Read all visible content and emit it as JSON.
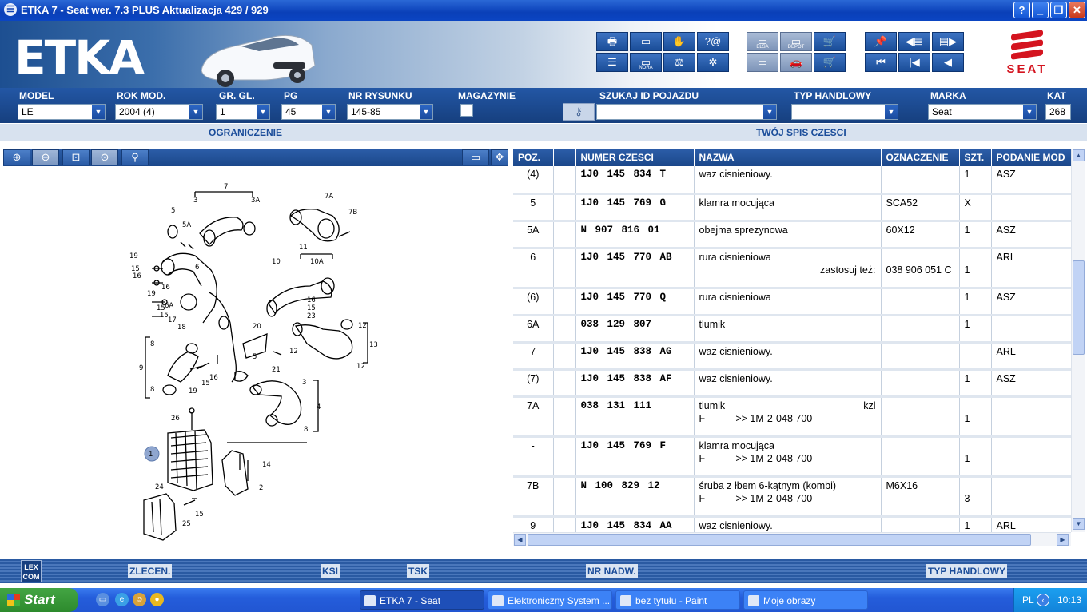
{
  "window": {
    "title": "ETKA 7 - Seat wer. 7.3 PLUS Aktualizacja 429 / 929",
    "controls": [
      "?",
      "_",
      "❐",
      "✕"
    ]
  },
  "brand": {
    "logo_text": "ETKA",
    "seat_logo_text": "SEAT",
    "accent": "#d4141f"
  },
  "toolbar_icons": [
    "print-icon",
    "monitor-icon",
    "handshake-icon",
    "at-sign-icon",
    "list-icon",
    "nora-icon",
    "scale-icon",
    "wheel-icon",
    "elsa-icon",
    "depot-icon",
    "cart-icon",
    "cart-arrow-icon",
    "monitor-list-icon",
    "car-icon",
    "pin-icon",
    "prev-page-icon",
    "next-page-icon",
    "first-page-icon",
    "back-icon",
    "prev-icon"
  ],
  "toolbar_small_labels": {
    "nora": "NORA",
    "elsa": "ELSA",
    "depot": "DEPOT"
  },
  "selection": {
    "model_label": "MODEL",
    "model_value": "LE",
    "rok_label": "ROK MOD.",
    "rok_value": "2004 (4)",
    "gr_label": "GR. GL.",
    "gr_value": "1",
    "pg_label": "PG",
    "pg_value": "45",
    "nr_label": "NR RYSUNKU",
    "nr_value": "145-85",
    "mag_label": "MAGAZYNIE",
    "szukaj_label": "SZUKAJ ID POJAZDU",
    "szukaj_value": "",
    "typ_label": "TYP HANDLOWY",
    "typ_value": "",
    "marka_label": "MARKA",
    "marka_value": "Seat",
    "kat_label": "KAT",
    "kat_value": "268"
  },
  "sections": {
    "left": "OGRANICZENIE",
    "right": "TWÓJ SPIS CZESCI"
  },
  "table": {
    "headers": [
      "POZ.",
      "",
      "NUMER CZESCI",
      "NAZWA",
      "OZNACZENIE",
      "SZT.",
      "PODANIE MOD"
    ],
    "rows": [
      {
        "poz": "(4)",
        "num": "1J0 145 834 T",
        "name": "waz cisnieniowy.",
        "name2": "",
        "ozn": "",
        "szt": "1",
        "mod": "ASZ"
      },
      {
        "poz": "5",
        "num": "1J0 145 769 G",
        "name": "klamra mocująca",
        "name2": "",
        "ozn": "SCA52",
        "szt": "X",
        "mod": ""
      },
      {
        "poz": "5A",
        "num": "N 907 816 01",
        "name": "obejma sprezynowa",
        "name2": "",
        "ozn": "60X12",
        "szt": "1",
        "mod": "ASZ"
      },
      {
        "poz": "6",
        "num": "1J0 145 770 AB",
        "name": "rura cisnieniowa",
        "name2": "zastosuj też:",
        "ozn": "038 906 051 C",
        "szt": "1",
        "mod": "ARL"
      },
      {
        "poz": "(6)",
        "num": "1J0 145 770 Q",
        "name": "rura cisnieniowa",
        "name2": "",
        "ozn": "",
        "szt": "1",
        "mod": "ASZ"
      },
      {
        "poz": "6A",
        "num": "038 129 807",
        "name": "tlumik",
        "name2": "",
        "ozn": "",
        "szt": "1",
        "mod": ""
      },
      {
        "poz": "7",
        "num": "1J0 145 838 AG",
        "name": "waz cisnieniowy.",
        "name2": "",
        "ozn": "",
        "szt": "",
        "mod": "ARL"
      },
      {
        "poz": "(7)",
        "num": "1J0 145 838 AF",
        "name": "waz cisnieniowy.",
        "name2": "",
        "ozn": "",
        "szt": "1",
        "mod": "ASZ"
      },
      {
        "poz": "7A",
        "num": "038 131 111",
        "name": "tlumik",
        "name_right": "kzl",
        "name2": "F           >> 1M-2-048 700",
        "ozn": "",
        "szt": "1",
        "mod": ""
      },
      {
        "poz": "-",
        "num": "1J0 145 769 F",
        "name": "klamra mocująca",
        "name2": "F           >> 1M-2-048 700",
        "ozn": "",
        "szt": "1",
        "mod": ""
      },
      {
        "poz": "7B",
        "num": "N 100 829 12",
        "name": "śruba z łbem 6-kątnym (kombi)",
        "name2": "F           >> 1M-2-048 700",
        "ozn": "M6X16",
        "szt": "3",
        "mod": ""
      },
      {
        "poz": "9",
        "num": "1J0 145 834 AA",
        "name": "waz cisnieniowy.",
        "name2": "",
        "ozn": "",
        "szt": "1",
        "mod": "ARL"
      }
    ]
  },
  "diagram_labels": [
    "7",
    "3",
    "3A",
    "5",
    "7A",
    "7B",
    "5A",
    "19",
    "15",
    "16",
    "6",
    "11",
    "10",
    "10A",
    "16",
    "19",
    "15",
    "6A",
    "15",
    "17",
    "18",
    "8",
    "9",
    "12",
    "13",
    "12",
    "20",
    "21",
    "5",
    "12",
    "9",
    "8",
    "19",
    "15",
    "16",
    "3",
    "4",
    "8",
    "26",
    "1",
    "14",
    "2",
    "24",
    "25",
    "15",
    "23",
    "15"
  ],
  "bottom": {
    "lexcom": "LEX COM",
    "zlecen": "ZLECEN.",
    "ksi": "KSI",
    "tsk": "TSK",
    "nr_nadw": "NR NADW.",
    "typ_handlowy": "TYP HANDLOWY"
  },
  "taskbar": {
    "start": "Start",
    "tasks": [
      "ETKA 7 - Seat",
      "Elektroniczny System ...",
      "bez tytułu - Paint",
      "Moje obrazy"
    ],
    "lang": "PL",
    "clock": "10:13"
  }
}
